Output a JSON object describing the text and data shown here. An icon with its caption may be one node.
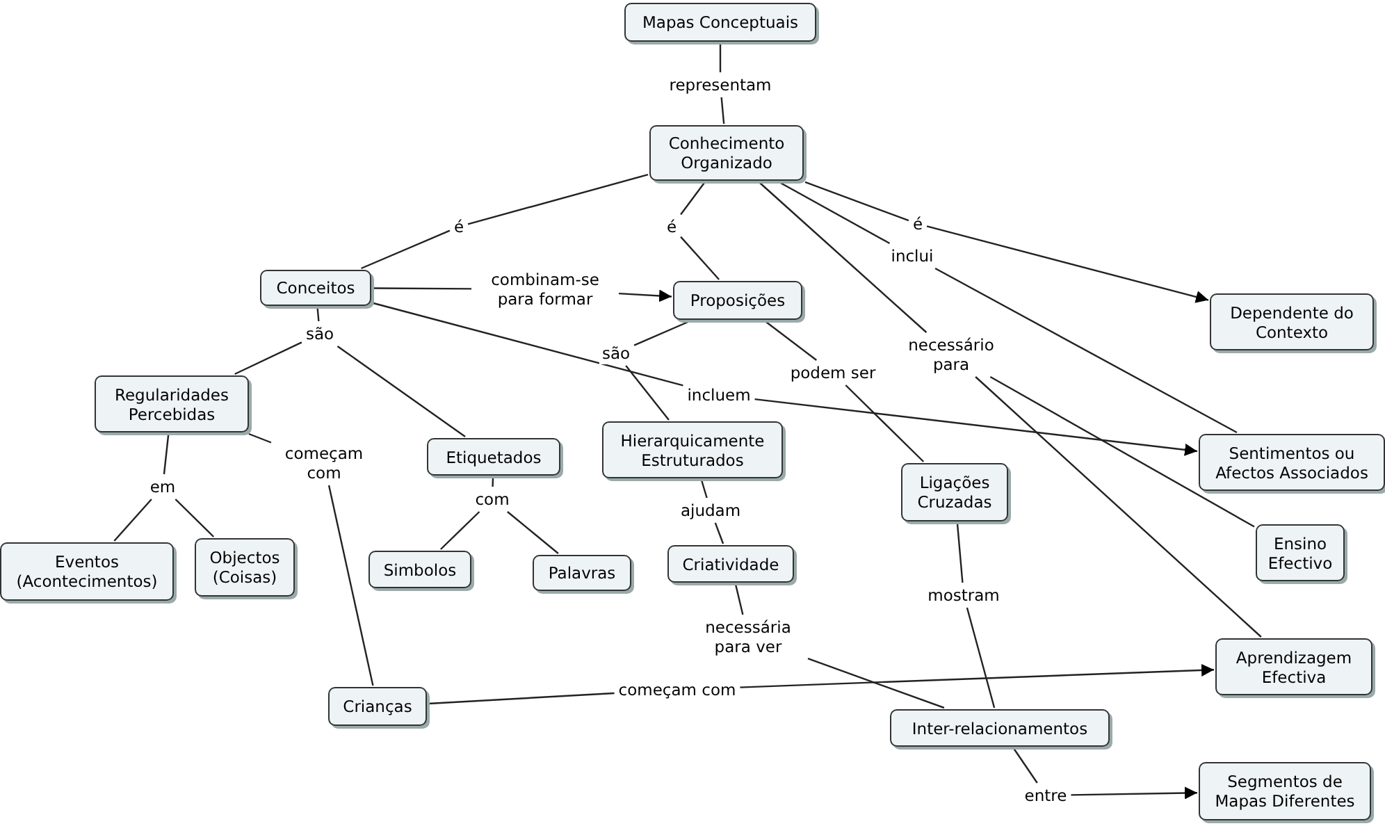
{
  "diagram": {
    "nodes": [
      {
        "text": [
          "Mapas Conceptuais"
        ]
      },
      {
        "text": [
          "representam"
        ]
      },
      {
        "text": [
          "Conhecimento Organizado"
        ]
      },
      {
        "text": [
          "é"
        ]
      },
      {
        "text": [
          "é"
        ]
      },
      {
        "text": [
          "é"
        ]
      },
      {
        "text": [
          "inclui"
        ]
      },
      {
        "text": [
          "necessário para"
        ]
      },
      {
        "text": [
          "Conceitos"
        ]
      },
      {
        "text": [
          "combinam-se para formar"
        ]
      },
      {
        "text": [
          "Proposições"
        ]
      },
      {
        "text": [
          "são"
        ]
      },
      {
        "text": [
          "são"
        ]
      },
      {
        "text": [
          "incluem"
        ]
      },
      {
        "text": [
          "podem ser"
        ]
      },
      {
        "text": [
          "Dependente do Contexto"
        ]
      },
      {
        "text": [
          "Regularidades Percebidas"
        ]
      },
      {
        "text": [
          "Etiquetados"
        ]
      },
      {
        "text": [
          "Hierarquicamente Estruturados"
        ]
      },
      {
        "text": [
          "Sentimentos ou Afectos Associados"
        ]
      },
      {
        "text": [
          "em"
        ]
      },
      {
        "text": [
          "começam com"
        ]
      },
      {
        "text": [
          "com"
        ]
      },
      {
        "text": [
          "ajudam"
        ]
      },
      {
        "text": [
          "Ligações Cruzadas"
        ]
      },
      {
        "text": [
          "Ensino Efectivo"
        ]
      },
      {
        "text": [
          "Eventos (Acontecimentos)"
        ]
      },
      {
        "text": [
          "Objectos (Coisas)"
        ]
      },
      {
        "text": [
          "Simbolos"
        ]
      },
      {
        "text": [
          "Palavras"
        ]
      },
      {
        "text": [
          "Criatividade"
        ]
      },
      {
        "text": [
          "mostram"
        ]
      },
      {
        "text": [
          "necessária para ver"
        ]
      },
      {
        "text": [
          "Aprendizagem Efectiva"
        ]
      },
      {
        "text": [
          "Crianças"
        ]
      },
      {
        "text": [
          "começam com"
        ]
      },
      {
        "text": [
          "Inter-relacionamentos"
        ]
      },
      {
        "text": [
          "entre"
        ]
      },
      {
        "text": [
          "Segmentos de Mapas Diferentes"
        ]
      }
    ],
    "edges": [
      {
        "from": 0,
        "to": 1,
        "arrow": "none"
      },
      {
        "from": 1,
        "to": 2,
        "arrow": "none"
      },
      {
        "from": 2,
        "to": 3,
        "arrow": "none"
      },
      {
        "from": 3,
        "to": 8,
        "arrow": "none"
      },
      {
        "from": 2,
        "to": 4,
        "arrow": "none"
      },
      {
        "from": 4,
        "to": 10,
        "arrow": "none"
      },
      {
        "from": 2,
        "to": 5,
        "arrow": "none"
      },
      {
        "from": 5,
        "to": 15,
        "arrow": "to"
      },
      {
        "from": 2,
        "to": 6,
        "arrow": "none"
      },
      {
        "from": 6,
        "to": 19,
        "arrow": "none"
      },
      {
        "from": 2,
        "to": 7,
        "arrow": "none"
      },
      {
        "from": 7,
        "to": 25,
        "arrow": "none"
      },
      {
        "from": 7,
        "to": 33,
        "arrow": "none"
      },
      {
        "from": 8,
        "to": 9,
        "arrow": "none"
      },
      {
        "from": 9,
        "to": 10,
        "arrow": "to"
      },
      {
        "from": 8,
        "to": 11,
        "arrow": "none"
      },
      {
        "from": 11,
        "to": 16,
        "arrow": "none"
      },
      {
        "from": 11,
        "to": 17,
        "arrow": "none"
      },
      {
        "from": 8,
        "to": 13,
        "arrow": "none"
      },
      {
        "from": 13,
        "to": 19,
        "arrow": "to"
      },
      {
        "from": 10,
        "to": 12,
        "arrow": "none"
      },
      {
        "from": 12,
        "to": 18,
        "arrow": "none"
      },
      {
        "from": 10,
        "to": 14,
        "arrow": "none"
      },
      {
        "from": 14,
        "to": 24,
        "arrow": "none"
      },
      {
        "from": 16,
        "to": 20,
        "arrow": "none"
      },
      {
        "from": 20,
        "to": 26,
        "arrow": "none"
      },
      {
        "from": 20,
        "to": 27,
        "arrow": "none"
      },
      {
        "from": 16,
        "to": 21,
        "arrow": "none"
      },
      {
        "from": 21,
        "to": 34,
        "arrow": "none"
      },
      {
        "from": 17,
        "to": 22,
        "arrow": "none"
      },
      {
        "from": 22,
        "to": 28,
        "arrow": "none"
      },
      {
        "from": 22,
        "to": 29,
        "arrow": "none"
      },
      {
        "from": 18,
        "to": 23,
        "arrow": "none"
      },
      {
        "from": 23,
        "to": 30,
        "arrow": "none"
      },
      {
        "from": 24,
        "to": 31,
        "arrow": "none"
      },
      {
        "from": 31,
        "to": 36,
        "arrow": "none"
      },
      {
        "from": 30,
        "to": 32,
        "arrow": "none"
      },
      {
        "from": 32,
        "to": 36,
        "arrow": "none"
      },
      {
        "from": 34,
        "to": 35,
        "arrow": "none"
      },
      {
        "from": 35,
        "to": 33,
        "arrow": "to"
      },
      {
        "from": 36,
        "to": 37,
        "arrow": "none"
      },
      {
        "from": 37,
        "to": 38,
        "arrow": "to"
      }
    ]
  }
}
